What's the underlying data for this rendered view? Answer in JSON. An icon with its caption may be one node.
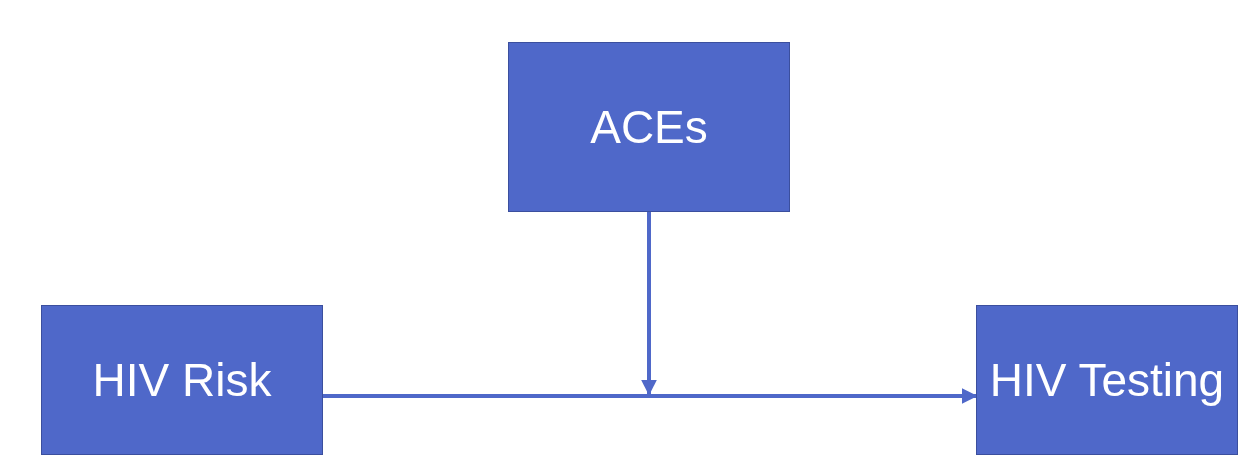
{
  "diagram": {
    "nodes": [
      {
        "text": [
          "ACEs"
        ]
      },
      {
        "text": [
          "HIV Risk"
        ]
      },
      {
        "text": [
          "HIV Testing"
        ]
      }
    ],
    "edges": [
      {
        "from": 1,
        "to": 2,
        "arrow": "to"
      },
      {
        "from": 0,
        "to": null,
        "arrow": "to"
      }
    ]
  }
}
